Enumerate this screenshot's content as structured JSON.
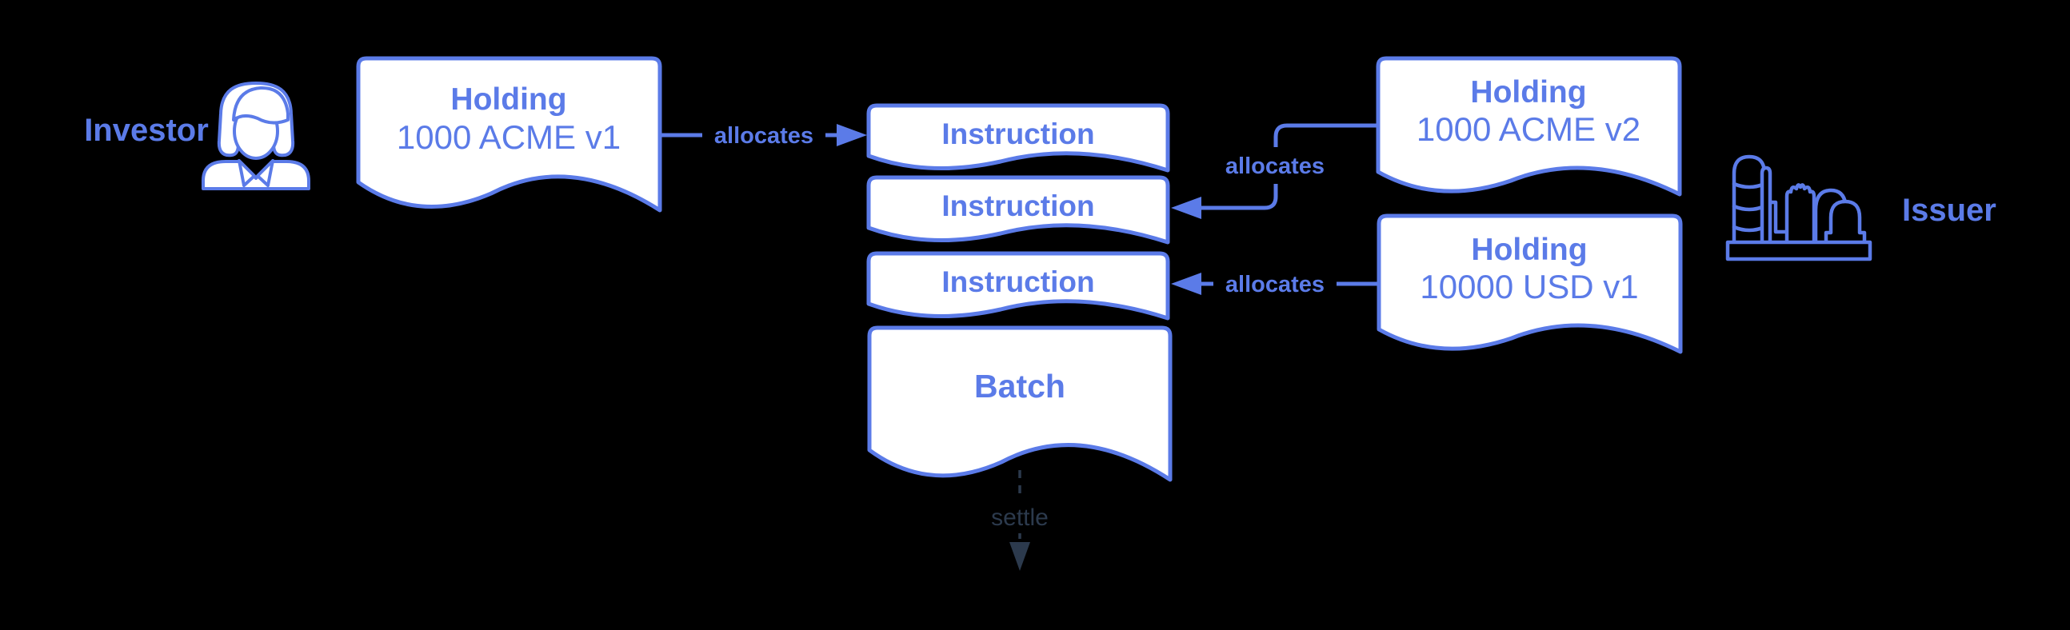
{
  "palette": {
    "blue": "#5B7BE8",
    "settle_dark": "#2C3A4D",
    "shape_fill": "#FFFFFF",
    "background": "#000000"
  },
  "actors": {
    "investor": {
      "label": "Investor"
    },
    "issuer": {
      "label": "Issuer"
    }
  },
  "nodes": {
    "holding_acme_v1": {
      "title": "Holding",
      "value": "1000 ACME v1"
    },
    "holding_acme_v2": {
      "title": "Holding",
      "value": "1000 ACME v2"
    },
    "holding_usd_v1": {
      "title": "Holding",
      "value": "10000 USD v1"
    },
    "instruction_1": {
      "title": "Instruction"
    },
    "instruction_2": {
      "title": "Instruction"
    },
    "instruction_3": {
      "title": "Instruction"
    },
    "batch": {
      "title": "Batch"
    }
  },
  "edges": {
    "allocates_v1": {
      "label": "allocates"
    },
    "allocates_v2": {
      "label": "allocates"
    },
    "allocates_usd": {
      "label": "allocates"
    },
    "settle": {
      "label": "settle"
    }
  }
}
